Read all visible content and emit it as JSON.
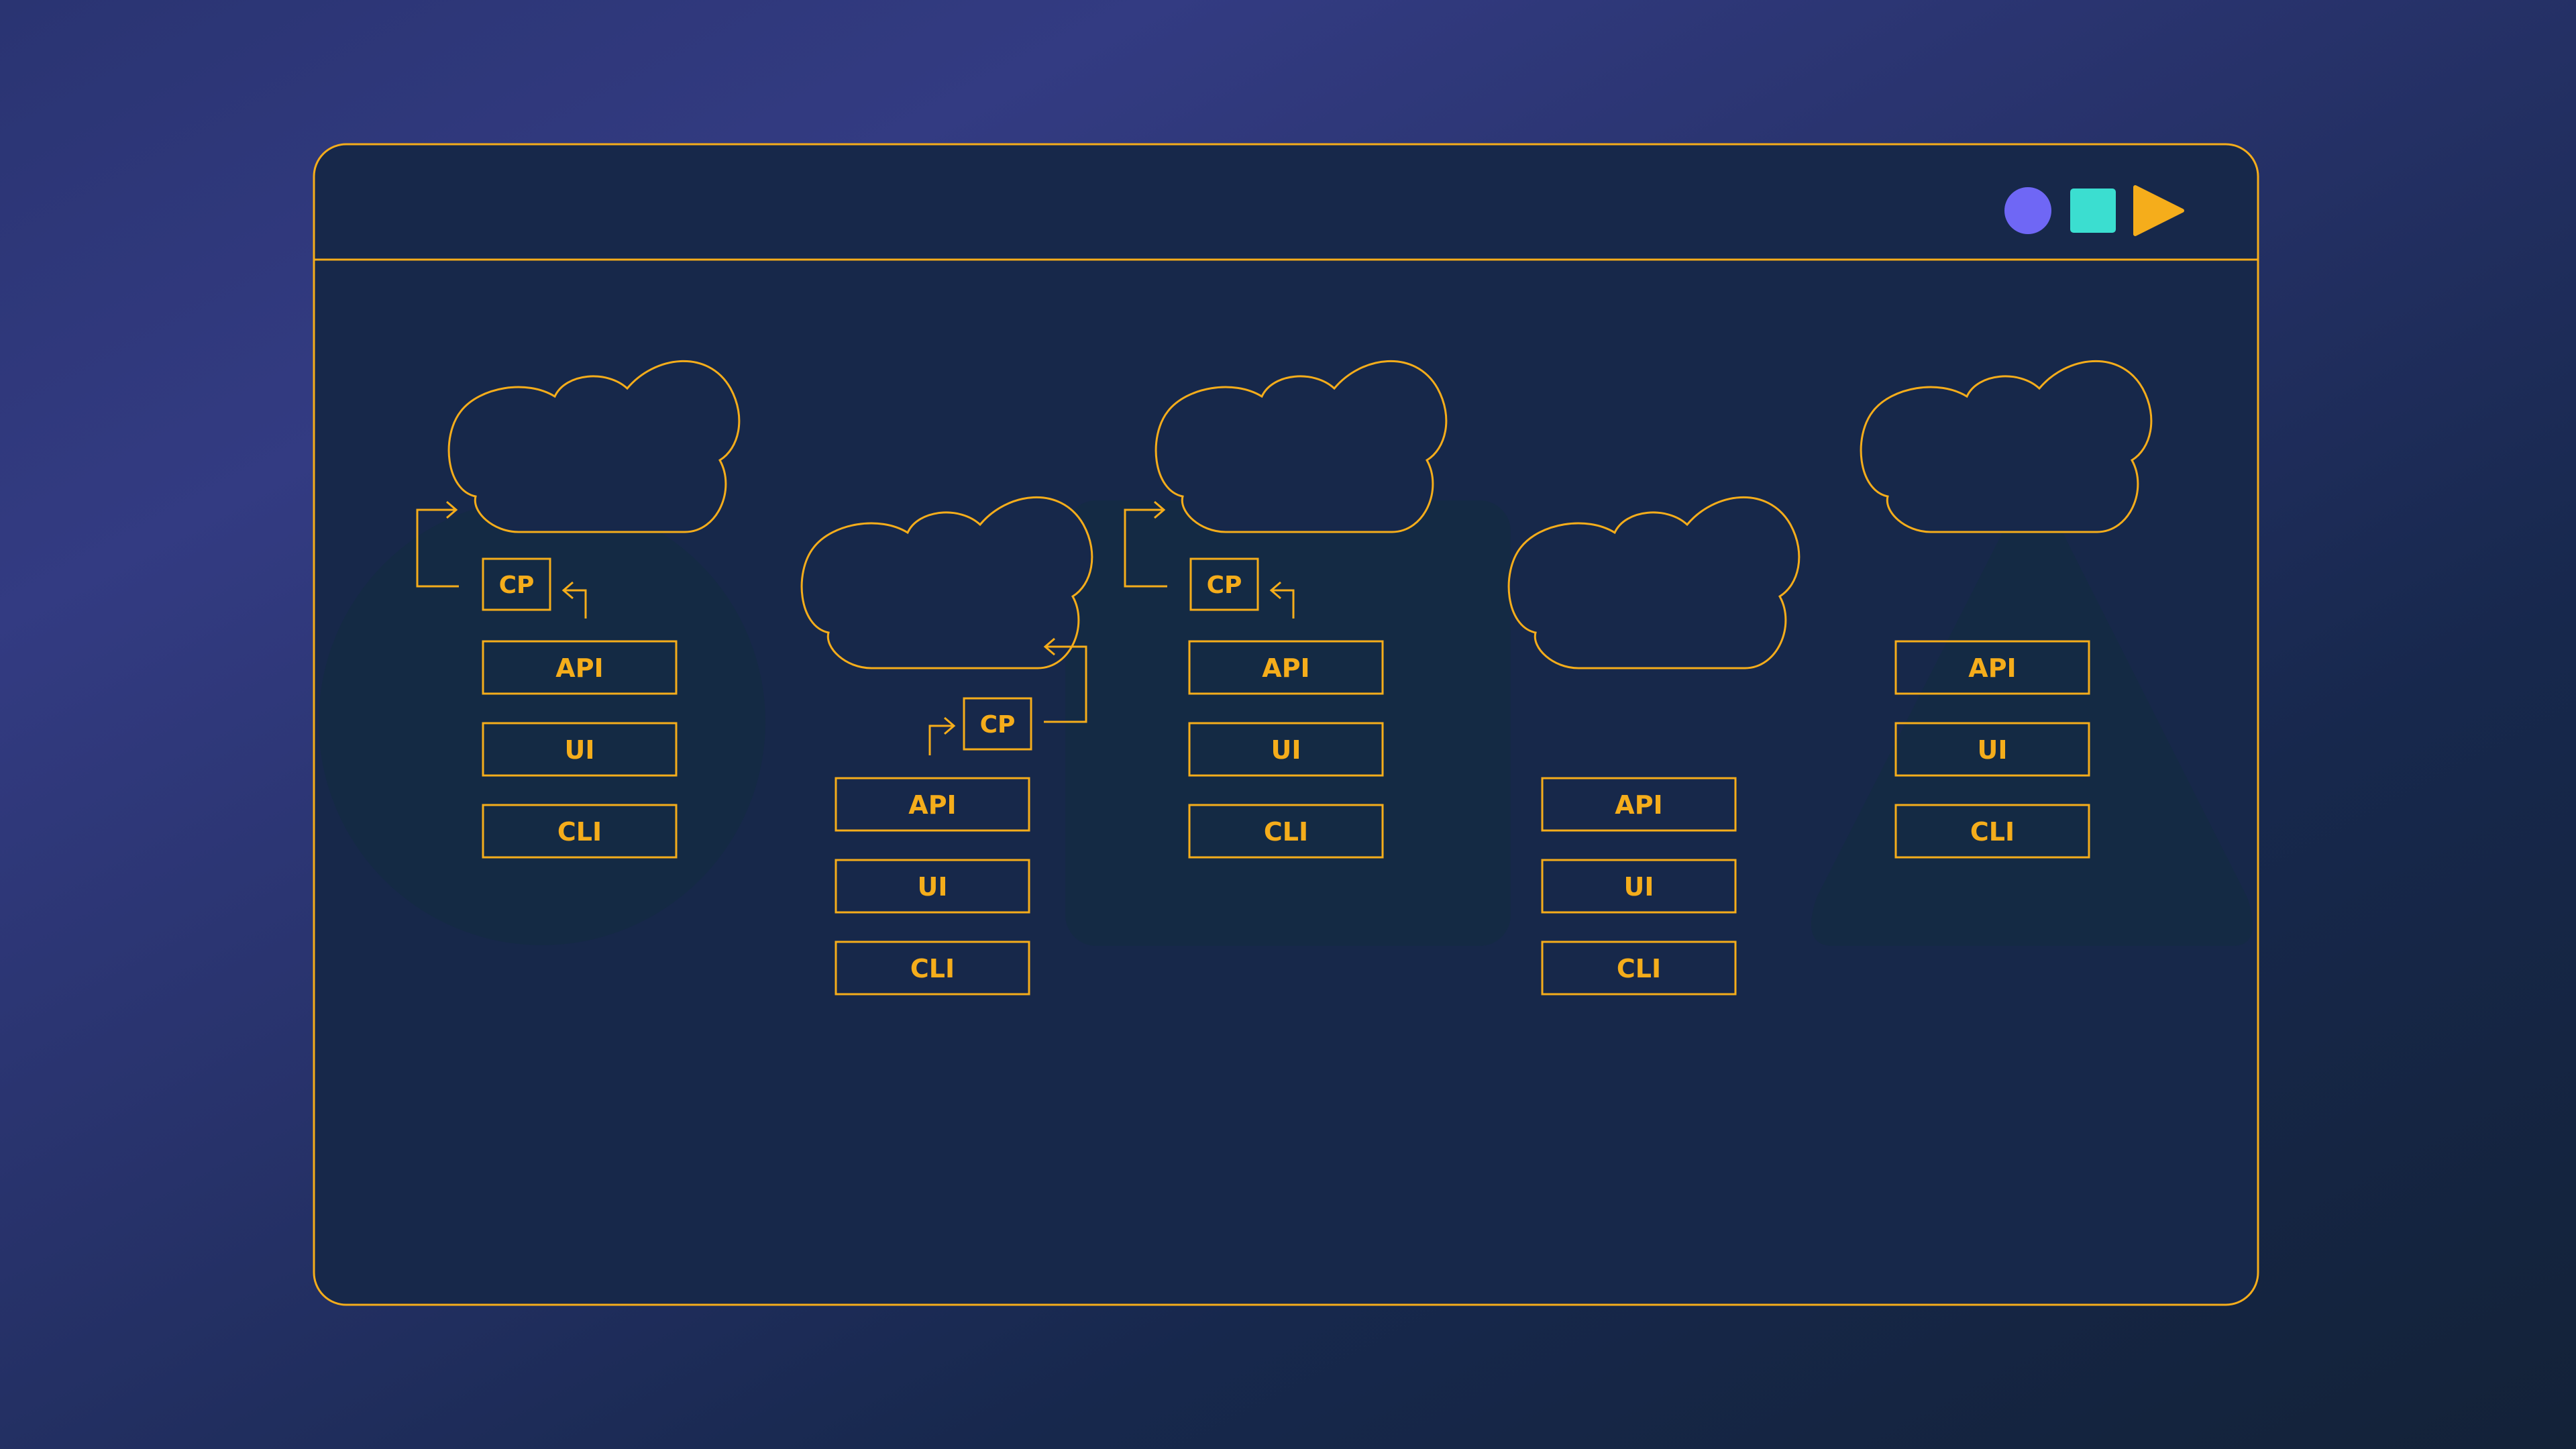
{
  "colors": {
    "outline": "#f5ad1b",
    "window_fill": "#17284a",
    "shape_fill": "#142a44",
    "circle_button": "#6f67f5",
    "square_button": "#3bded0",
    "play_button": "#f5ad1b"
  },
  "window": {
    "controls": [
      {
        "name": "circle-button",
        "icon": "circle"
      },
      {
        "name": "square-button",
        "icon": "square"
      },
      {
        "name": "play-button",
        "icon": "triangle"
      }
    ]
  },
  "groups": [
    {
      "background": "circle",
      "cp": "CP",
      "boxes": [
        "API",
        "UI",
        "CLI"
      ]
    },
    {
      "background": "none",
      "cp": "CP",
      "boxes": [
        "API",
        "UI",
        "CLI"
      ]
    },
    {
      "background": "rounded-square",
      "cp": "CP",
      "boxes": [
        "API",
        "UI",
        "CLI"
      ]
    },
    {
      "background": "none",
      "cp": "",
      "boxes": [
        "API",
        "UI",
        "CLI"
      ]
    },
    {
      "background": "triangle",
      "cp": "",
      "boxes": [
        "API",
        "UI",
        "CLI"
      ]
    }
  ]
}
